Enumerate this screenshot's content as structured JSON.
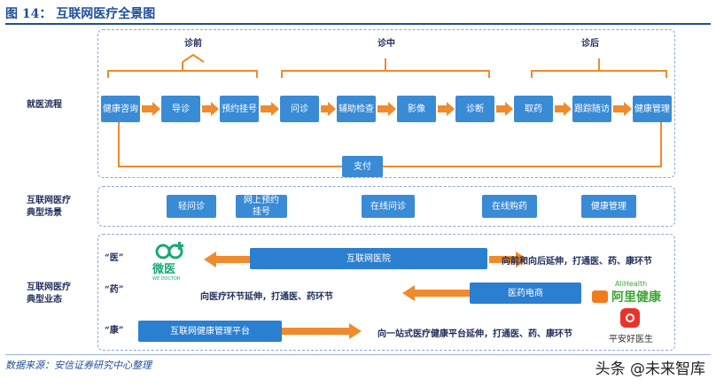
{
  "figure_title": "图 14： 互联网医疗全景图",
  "phases": [
    "诊前",
    "诊中",
    "诊后"
  ],
  "rows": {
    "flow": "就医流程",
    "scenes": "互联网医疗典型场景",
    "biz": "互联网医疗典型业态"
  },
  "flow_steps": [
    "健康咨询",
    "导诊",
    "预约挂号",
    "问诊",
    "辅助检查",
    "影像",
    "诊断",
    "取药",
    "跟踪随访",
    "健康管理"
  ],
  "payment": "支付",
  "scenes": [
    "轻问诊",
    "网上预约挂号",
    "在线问诊",
    "在线购药",
    "健康管理"
  ],
  "biz": {
    "yi": {
      "quote": "“医”",
      "box": "互联网医院",
      "note": "向前和向后延伸，打通医、药、康环节",
      "logo_text": "微医",
      "logo_sub": "WE DOCTOR"
    },
    "yao": {
      "quote": "“药”",
      "box": "医药电商",
      "note": "向医疗环节延伸，打通医、药环节",
      "logo_text": "阿里健康",
      "logo_sub": "AliHealth"
    },
    "kang": {
      "quote": "“康”",
      "box": "互联网健康管理平台",
      "note": "向一站式医疗健康平台延伸，打通医、药、康环节",
      "logo_text": "平安好医生"
    }
  },
  "source": "数据来源：安信证券研究中心整理",
  "watermark": "头条 @未来智库",
  "colors": {
    "box": "#3a8bd6",
    "arrow": "#f08a2c",
    "title": "#1f4e9a"
  }
}
